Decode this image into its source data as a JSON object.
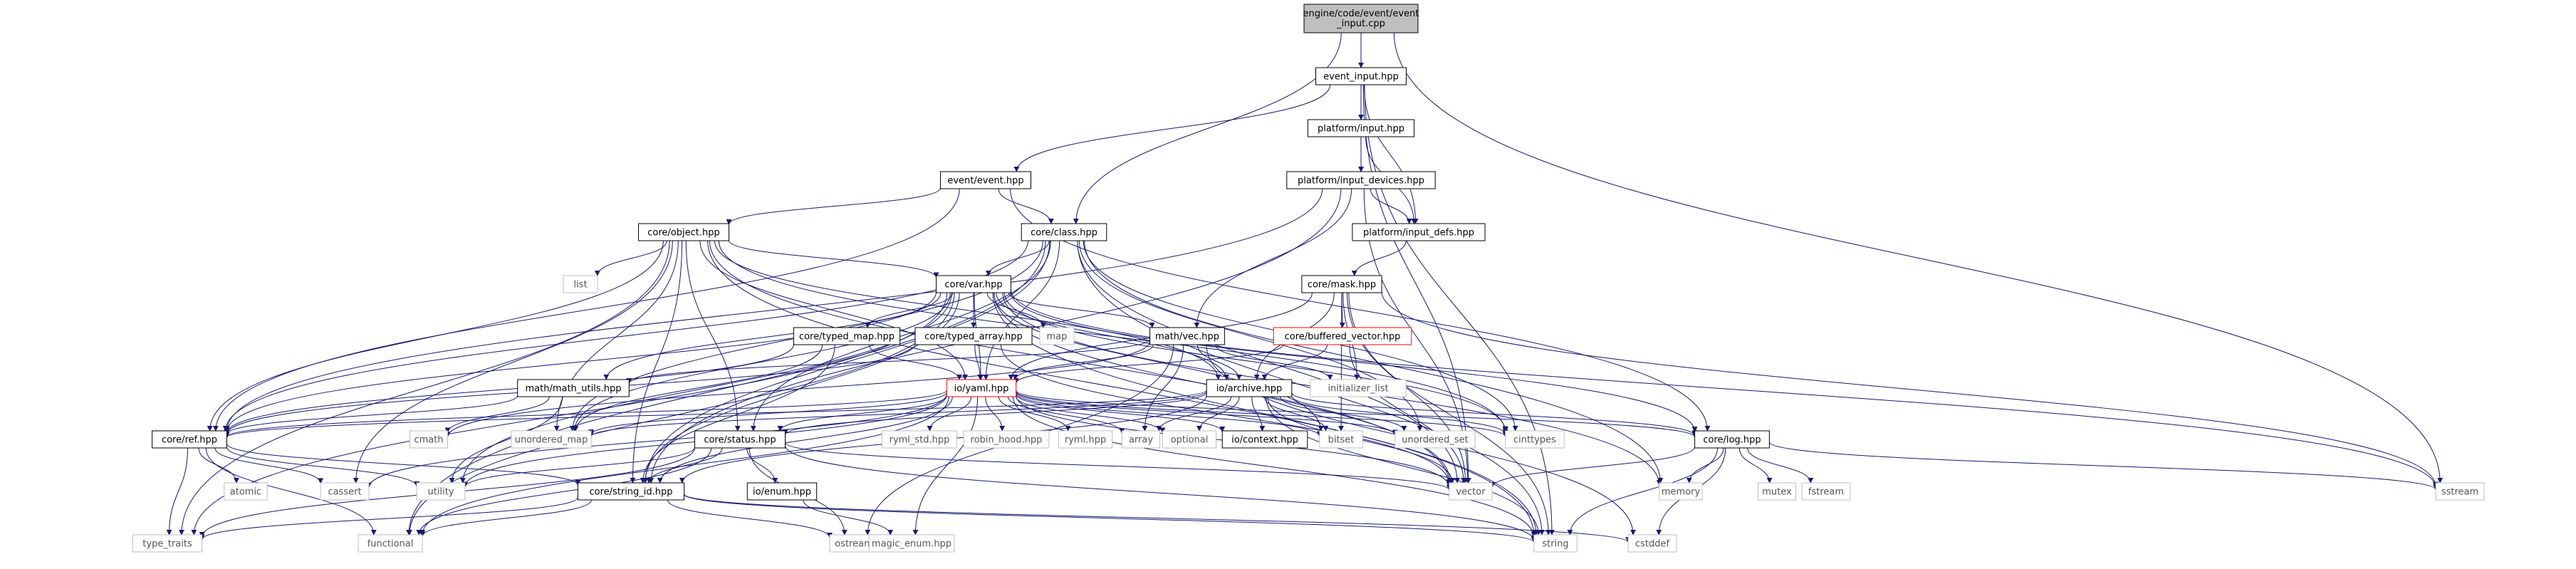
{
  "colors": {
    "edge": "#191970",
    "box_border": "#000000",
    "box_fill": "#ffffff",
    "root_fill": "#bfbfbf",
    "text": "#000000",
    "muted_border": "#bfbfbf",
    "muted_text": "#555555",
    "red_border": "#ff0000"
  },
  "nodes": [
    {
      "id": "root",
      "label": "engine/code/event/event\n_input.cpp",
      "style": "root"
    },
    {
      "id": "event_input",
      "label": "event_input.hpp",
      "style": "box"
    },
    {
      "id": "platform_input",
      "label": "platform/input.hpp",
      "style": "box"
    },
    {
      "id": "event_event",
      "label": "event/event.hpp",
      "style": "box"
    },
    {
      "id": "input_devices",
      "label": "platform/input_devices.hpp",
      "style": "box"
    },
    {
      "id": "input_defs",
      "label": "platform/input_defs.hpp",
      "style": "box"
    },
    {
      "id": "core_object",
      "label": "core/object.hpp",
      "style": "box"
    },
    {
      "id": "core_class",
      "label": "core/class.hpp",
      "style": "box"
    },
    {
      "id": "core_mask",
      "label": "core/mask.hpp",
      "style": "box"
    },
    {
      "id": "core_var",
      "label": "core/var.hpp",
      "style": "box"
    },
    {
      "id": "list",
      "label": "list",
      "style": "muted"
    },
    {
      "id": "map",
      "label": "map",
      "style": "muted"
    },
    {
      "id": "typed_map",
      "label": "core/typed_map.hpp",
      "style": "box"
    },
    {
      "id": "typed_array",
      "label": "core/typed_array.hpp",
      "style": "box"
    },
    {
      "id": "math_vec",
      "label": "math/vec.hpp",
      "style": "box"
    },
    {
      "id": "buffered_vector",
      "label": "core/buffered_vector.hpp",
      "style": "red"
    },
    {
      "id": "math_utils",
      "label": "math/math_utils.hpp",
      "style": "box"
    },
    {
      "id": "io_yaml",
      "label": "io/yaml.hpp",
      "style": "red"
    },
    {
      "id": "initializer_list",
      "label": "initializer_list",
      "style": "muted"
    },
    {
      "id": "io_archive",
      "label": "io/archive.hpp",
      "style": "box"
    },
    {
      "id": "core_ref",
      "label": "core/ref.hpp",
      "style": "box"
    },
    {
      "id": "cmath",
      "label": "cmath",
      "style": "muted"
    },
    {
      "id": "unordered_map",
      "label": "unordered_map",
      "style": "muted"
    },
    {
      "id": "core_status",
      "label": "core/status.hpp",
      "style": "box"
    },
    {
      "id": "ryml_std",
      "label": "ryml_std.hpp",
      "style": "muted"
    },
    {
      "id": "robin_hood",
      "label": "robin_hood.hpp",
      "style": "muted"
    },
    {
      "id": "ryml",
      "label": "ryml.hpp",
      "style": "muted"
    },
    {
      "id": "array",
      "label": "array",
      "style": "muted"
    },
    {
      "id": "optional",
      "label": "optional",
      "style": "muted"
    },
    {
      "id": "io_context",
      "label": "io/context.hpp",
      "style": "box"
    },
    {
      "id": "bitset",
      "label": "bitset",
      "style": "muted"
    },
    {
      "id": "unordered_set",
      "label": "unordered_set",
      "style": "muted"
    },
    {
      "id": "cinttypes",
      "label": "cinttypes",
      "style": "muted"
    },
    {
      "id": "core_log",
      "label": "core/log.hpp",
      "style": "box"
    },
    {
      "id": "atomic",
      "label": "atomic",
      "style": "muted"
    },
    {
      "id": "cassert",
      "label": "cassert",
      "style": "muted"
    },
    {
      "id": "utility",
      "label": "utility",
      "style": "muted"
    },
    {
      "id": "io_enum",
      "label": "io/enum.hpp",
      "style": "box"
    },
    {
      "id": "core_string_id",
      "label": "core/string_id.hpp",
      "style": "box"
    },
    {
      "id": "vector",
      "label": "vector",
      "style": "muted"
    },
    {
      "id": "memory",
      "label": "memory",
      "style": "muted"
    },
    {
      "id": "mutex",
      "label": "mutex",
      "style": "muted"
    },
    {
      "id": "fstream",
      "label": "fstream",
      "style": "muted"
    },
    {
      "id": "sstream",
      "label": "sstream",
      "style": "muted"
    },
    {
      "id": "type_traits",
      "label": "type_traits",
      "style": "muted"
    },
    {
      "id": "functional",
      "label": "functional",
      "style": "muted"
    },
    {
      "id": "ostream",
      "label": "ostream",
      "style": "muted"
    },
    {
      "id": "magic_enum",
      "label": "magic_enum.hpp",
      "style": "muted"
    },
    {
      "id": "string",
      "label": "string",
      "style": "muted"
    },
    {
      "id": "cstddef",
      "label": "cstddef",
      "style": "muted"
    }
  ],
  "edges": [
    [
      "root",
      "event_input"
    ],
    [
      "root",
      "core_class"
    ],
    [
      "root",
      "sstream"
    ],
    [
      "event_input",
      "platform_input"
    ],
    [
      "event_input",
      "input_devices"
    ],
    [
      "event_input",
      "input_defs"
    ],
    [
      "event_input",
      "event_event"
    ],
    [
      "event_input",
      "vector"
    ],
    [
      "event_input",
      "string"
    ],
    [
      "platform_input",
      "input_devices"
    ],
    [
      "platform_input",
      "input_defs"
    ],
    [
      "event_event",
      "core_object"
    ],
    [
      "event_event",
      "core_class"
    ],
    [
      "event_event",
      "core_ref"
    ],
    [
      "event_event",
      "core_log"
    ],
    [
      "input_devices",
      "input_defs"
    ],
    [
      "input_devices",
      "math_vec"
    ],
    [
      "input_devices",
      "vector"
    ],
    [
      "input_devices",
      "core_ref"
    ],
    [
      "input_devices",
      "core_string_id"
    ],
    [
      "input_defs",
      "core_mask"
    ],
    [
      "core_object",
      "list"
    ],
    [
      "core_object",
      "core_var"
    ],
    [
      "core_object",
      "core_ref"
    ],
    [
      "core_object",
      "io_yaml"
    ],
    [
      "core_object",
      "io_archive"
    ],
    [
      "core_object",
      "core_status"
    ],
    [
      "core_object",
      "core_string_id"
    ],
    [
      "core_object",
      "unordered_map"
    ],
    [
      "core_object",
      "cinttypes"
    ],
    [
      "core_object",
      "vector"
    ],
    [
      "core_object",
      "string"
    ],
    [
      "core_object",
      "type_traits"
    ],
    [
      "core_object",
      "cassert"
    ],
    [
      "core_class",
      "core_var"
    ],
    [
      "core_class",
      "core_status"
    ],
    [
      "core_class",
      "core_ref"
    ],
    [
      "core_class",
      "core_string_id"
    ],
    [
      "core_class",
      "unordered_map"
    ],
    [
      "core_class",
      "io_yaml"
    ],
    [
      "core_class",
      "cinttypes"
    ],
    [
      "core_class",
      "unordered_set"
    ],
    [
      "core_class",
      "vector"
    ],
    [
      "core_class",
      "string"
    ],
    [
      "core_class",
      "memory"
    ],
    [
      "core_class",
      "functional"
    ],
    [
      "core_mask",
      "io_yaml"
    ],
    [
      "core_mask",
      "io_archive"
    ],
    [
      "core_mask",
      "buffered_vector"
    ],
    [
      "core_mask",
      "bitset"
    ],
    [
      "core_mask",
      "initializer_list"
    ],
    [
      "core_mask",
      "vector"
    ],
    [
      "core_mask",
      "sstream"
    ],
    [
      "core_mask",
      "string"
    ],
    [
      "core_var",
      "map"
    ],
    [
      "core_var",
      "typed_map"
    ],
    [
      "core_var",
      "typed_array"
    ],
    [
      "core_var",
      "math_vec"
    ],
    [
      "core_var",
      "math_utils"
    ],
    [
      "core_var",
      "io_yaml"
    ],
    [
      "core_var",
      "io_archive"
    ],
    [
      "core_var",
      "core_ref"
    ],
    [
      "core_var",
      "core_string_id"
    ],
    [
      "core_var",
      "core_log"
    ],
    [
      "core_var",
      "unordered_map"
    ],
    [
      "core_var",
      "cinttypes"
    ],
    [
      "core_var",
      "bitset"
    ],
    [
      "core_var",
      "vector"
    ],
    [
      "core_var",
      "memory"
    ],
    [
      "core_var",
      "sstream"
    ],
    [
      "core_var",
      "string"
    ],
    [
      "core_var",
      "type_traits"
    ],
    [
      "core_var",
      "utility"
    ],
    [
      "core_var",
      "functional"
    ],
    [
      "typed_map",
      "io_yaml"
    ],
    [
      "typed_map",
      "core_ref"
    ],
    [
      "typed_map",
      "unordered_map"
    ],
    [
      "typed_map",
      "core_string_id"
    ],
    [
      "typed_array",
      "io_yaml"
    ],
    [
      "typed_array",
      "core_ref"
    ],
    [
      "typed_array",
      "vector"
    ],
    [
      "math_vec",
      "math_utils"
    ],
    [
      "math_vec",
      "io_yaml"
    ],
    [
      "math_vec",
      "io_archive"
    ],
    [
      "math_vec",
      "initializer_list"
    ],
    [
      "math_vec",
      "array"
    ],
    [
      "math_vec",
      "ostream"
    ],
    [
      "math_vec",
      "cmath"
    ],
    [
      "math_vec",
      "cstddef"
    ],
    [
      "buffered_vector",
      "io_archive"
    ],
    [
      "buffered_vector",
      "vector"
    ],
    [
      "buffered_vector",
      "io_yaml"
    ],
    [
      "math_utils",
      "cmath"
    ],
    [
      "math_utils",
      "utility"
    ],
    [
      "math_utils",
      "core_ref"
    ],
    [
      "io_yaml",
      "core_ref"
    ],
    [
      "io_yaml",
      "core_status"
    ],
    [
      "io_yaml",
      "ryml_std"
    ],
    [
      "io_yaml",
      "robin_hood"
    ],
    [
      "io_yaml",
      "ryml"
    ],
    [
      "io_yaml",
      "array"
    ],
    [
      "io_yaml",
      "optional"
    ],
    [
      "io_yaml",
      "io_context"
    ],
    [
      "io_yaml",
      "bitset"
    ],
    [
      "io_yaml",
      "unordered_set"
    ],
    [
      "io_yaml",
      "unordered_map"
    ],
    [
      "io_yaml",
      "core_log"
    ],
    [
      "io_yaml",
      "core_string_id"
    ],
    [
      "io_yaml",
      "vector"
    ],
    [
      "io_yaml",
      "magic_enum"
    ],
    [
      "io_yaml",
      "cassert"
    ],
    [
      "io_yaml",
      "functional"
    ],
    [
      "io_yaml",
      "string"
    ],
    [
      "io_yaml",
      "cinttypes"
    ],
    [
      "io_yaml",
      "utility"
    ],
    [
      "io_archive",
      "core_ref"
    ],
    [
      "io_archive",
      "core_status"
    ],
    [
      "io_archive",
      "io_context"
    ],
    [
      "io_archive",
      "core_log"
    ],
    [
      "io_archive",
      "array"
    ],
    [
      "io_archive",
      "optional"
    ],
    [
      "io_archive",
      "bitset"
    ],
    [
      "io_archive",
      "unordered_map"
    ],
    [
      "io_archive",
      "unordered_set"
    ],
    [
      "io_archive",
      "vector"
    ],
    [
      "io_archive",
      "string"
    ],
    [
      "io_archive",
      "cinttypes"
    ],
    [
      "io_archive",
      "core_string_id"
    ],
    [
      "core_ref",
      "atomic"
    ],
    [
      "core_ref",
      "cassert"
    ],
    [
      "core_ref",
      "utility"
    ],
    [
      "core_ref",
      "type_traits"
    ],
    [
      "core_ref",
      "functional"
    ],
    [
      "core_ref",
      "core_string_id"
    ],
    [
      "core_status",
      "io_enum"
    ],
    [
      "core_status",
      "core_string_id"
    ],
    [
      "core_status",
      "ostream"
    ],
    [
      "core_status",
      "vector"
    ],
    [
      "core_status",
      "string"
    ],
    [
      "core_status",
      "type_traits"
    ],
    [
      "core_status",
      "functional"
    ],
    [
      "core_status",
      "utility"
    ],
    [
      "io_enum",
      "magic_enum"
    ],
    [
      "core_string_id",
      "string"
    ],
    [
      "core_string_id",
      "type_traits"
    ],
    [
      "core_string_id",
      "functional"
    ],
    [
      "core_string_id",
      "cstddef"
    ],
    [
      "core_string_id",
      "ostream"
    ],
    [
      "core_log",
      "vector"
    ],
    [
      "core_log",
      "memory"
    ],
    [
      "core_log",
      "mutex"
    ],
    [
      "core_log",
      "fstream"
    ],
    [
      "core_log",
      "sstream"
    ],
    [
      "core_log",
      "string"
    ],
    [
      "core_log",
      "cstddef"
    ]
  ]
}
